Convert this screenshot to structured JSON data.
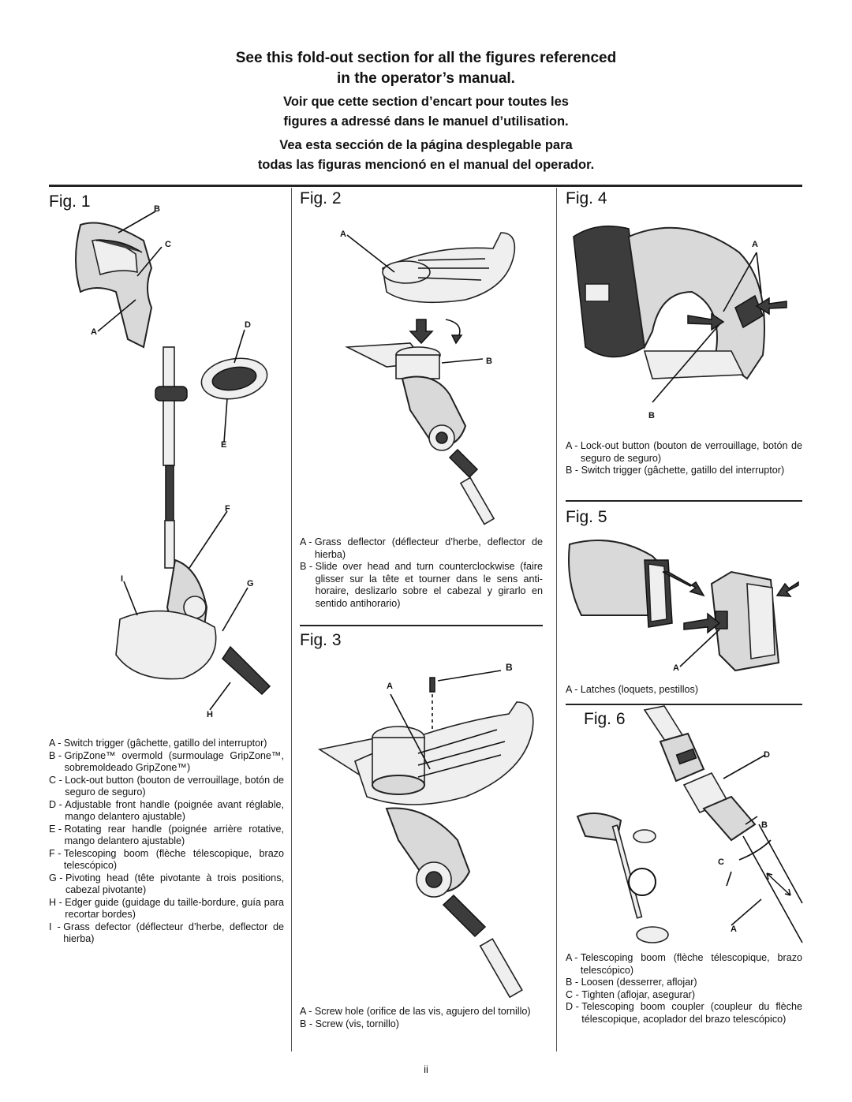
{
  "header": {
    "en_line1": "See this fold-out section for all the figures referenced",
    "en_line2": "in the operator’s manual.",
    "fr_line1": "Voir que cette section d’encart pour toutes les",
    "fr_line2": "figures a adressé dans le manuel d’utilisation.",
    "es_line1": "Vea esta sección de la página desplegable para",
    "es_line2": "todas las figuras mencionó en el manual del operador."
  },
  "fig1": {
    "title": "Fig. 1",
    "letters": [
      "B",
      "C",
      "A",
      "D",
      "E",
      "F",
      "I",
      "G",
      "H"
    ],
    "legend": [
      {
        "k": "A - ",
        "v": "Switch trigger (gâchette, gatillo del interruptor)"
      },
      {
        "k": "B - ",
        "v": "GripZone™ overmold (surmoulage GripZone™, sobremoldeado GripZone™)"
      },
      {
        "k": "C - ",
        "v": "Lock-out button (bouton de verrouillage, botón de seguro de seguro)"
      },
      {
        "k": "D - ",
        "v": "Adjustable front handle (poignée avant réglable, mango delantero ajustable)"
      },
      {
        "k": "E - ",
        "v": "Rotating rear handle (poignée arrière rotative, mango delantero ajustable)"
      },
      {
        "k": "F - ",
        "v": "Telescoping boom (flèche télescopique, brazo telescópico)"
      },
      {
        "k": "G - ",
        "v": "Pivoting head (tête pivotante à trois positions, cabezal pivotante)"
      },
      {
        "k": "H - ",
        "v": "Edger guide (guidage du taille-bordure, guía para recortar bordes)"
      },
      {
        "k": "I  - ",
        "v": "Grass defector (déflecteur d’herbe, deflector de hierba)"
      }
    ]
  },
  "fig2": {
    "title": "Fig. 2",
    "letters": [
      "A",
      "B"
    ],
    "legend": [
      {
        "k": "A - ",
        "v": "Grass deflector (déflecteur d’herbe, deflector de hierba)"
      },
      {
        "k": "B - ",
        "v": "Slide over head and turn counterclockwise (faire glisser sur la tête et tourner dans le sens anti-horaire, deslizarlo sobre el cabezal y girarlo en sentido antihorario)"
      }
    ]
  },
  "fig3": {
    "title": "Fig. 3",
    "letters": [
      "B",
      "A"
    ],
    "legend": [
      {
        "k": "A - ",
        "v": "Screw hole (orifice de las vis, agujero del tornillo)"
      },
      {
        "k": "B - ",
        "v": "Screw (vis, tornillo)"
      }
    ]
  },
  "fig4": {
    "title": "Fig. 4",
    "letters": [
      "A",
      "B"
    ],
    "legend": [
      {
        "k": "A - ",
        "v": "Lock-out button (bouton de verrouillage, botón de seguro de seguro)"
      },
      {
        "k": "B - ",
        "v": "Switch trigger (gâchette, gatillo del interruptor)"
      }
    ]
  },
  "fig5": {
    "title": "Fig. 5",
    "letters": [
      "A"
    ],
    "legend": [
      {
        "k": "A - ",
        "v": "Latches (loquets, pestillos)"
      }
    ]
  },
  "fig6": {
    "title": "Fig. 6",
    "letters": [
      "D",
      "B",
      "C",
      "A"
    ],
    "legend": [
      {
        "k": "A - ",
        "v": "Telescoping boom (flèche télescopique, brazo telescópico)"
      },
      {
        "k": "B - ",
        "v": "Loosen (desserrer, aflojar)"
      },
      {
        "k": "C - ",
        "v": "Tighten (aflojar, asegurar)"
      },
      {
        "k": "D - ",
        "v": "Telescoping boom coupler (coupleur du flèche télescopique, acoplador del brazo telescópico)"
      }
    ]
  },
  "page_number": "ii"
}
